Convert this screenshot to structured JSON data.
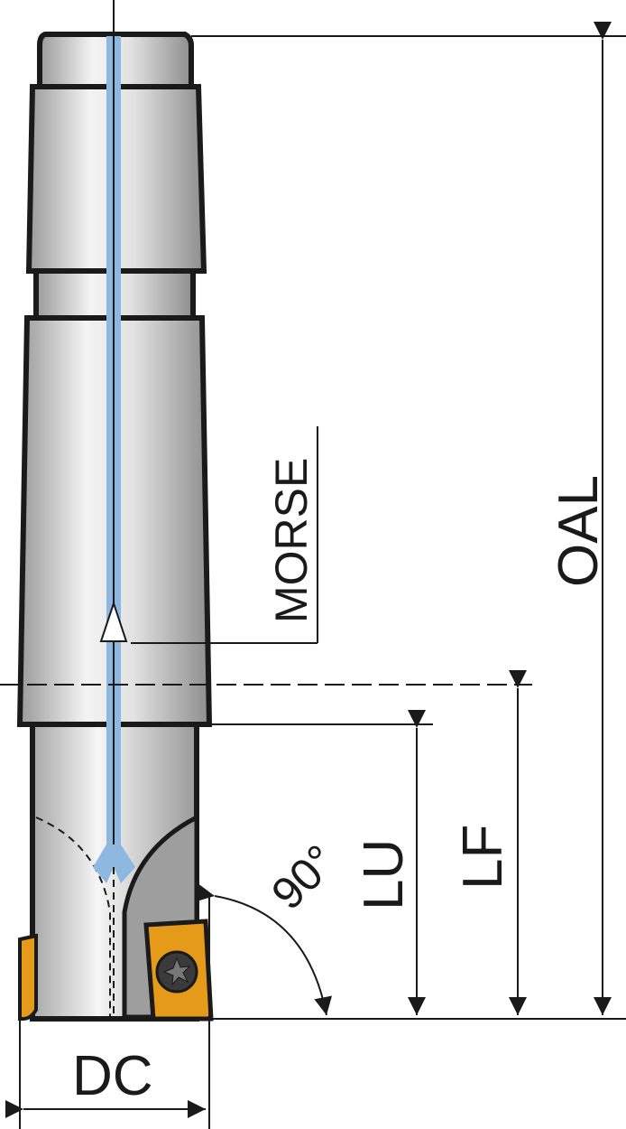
{
  "labels": {
    "morse": "MORSE",
    "oal": "OAL",
    "lu": "LU",
    "lf": "LF",
    "dc": "DC",
    "angle": "90°"
  },
  "colors": {
    "outline": "#1a1a1a",
    "body_light": "#f2f2f2",
    "body_mid": "#c8c8c8",
    "body_dark": "#8c8c8c",
    "coolant": "#8fb8e0",
    "insert": "#e59a1a",
    "insert_dark": "#b8760c"
  }
}
